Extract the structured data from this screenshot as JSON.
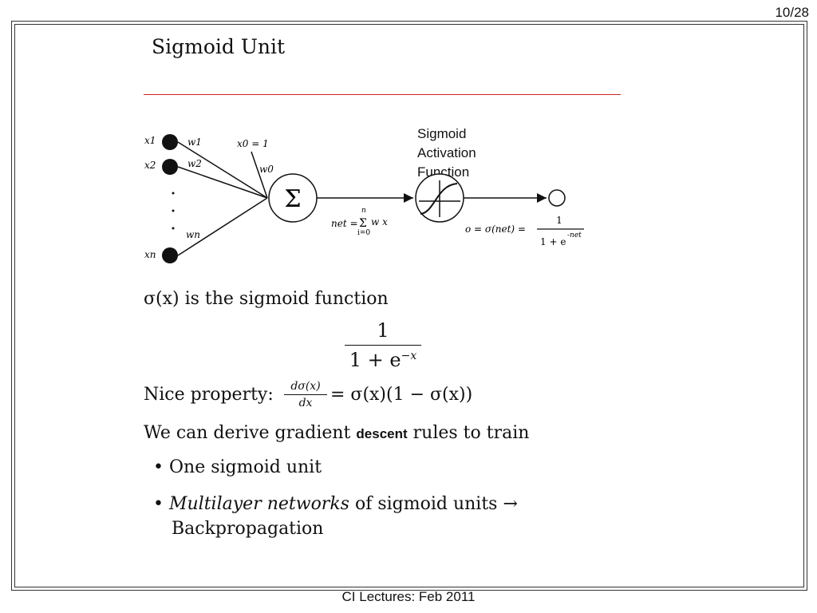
{
  "page_number": "10/28",
  "slide": {
    "title": "Sigmoid Unit",
    "activation_label": [
      "Sigmoid",
      "Activation",
      "Function"
    ],
    "diagram": {
      "inputs": [
        "x1",
        "x2",
        "xn"
      ],
      "weights": [
        "w1",
        "w2",
        "wn"
      ],
      "bias_input": "x0 = 1",
      "bias_weight": "w0",
      "sum_symbol": "Σ",
      "net_label": "net =",
      "sum_expr": "w x",
      "sum_upper": "n",
      "sum_lower": "i=0",
      "output_label": "o = σ(net) =",
      "output_num": "1",
      "output_den": "1 + e",
      "output_den_exp": "-net"
    },
    "line1": "σ(x) is the sigmoid function",
    "formula_num": "1",
    "formula_den": "1 + e",
    "formula_den_exp": "−x",
    "nice_prefix": "Nice property:",
    "nice_frac_num": "dσ(x)",
    "nice_frac_den": "dx",
    "nice_rhs": "= σ(x)(1 − σ(x))",
    "derive_prefix": "We can derive gradient",
    "derive_word": "descent",
    "derive_suffix": "rules to train",
    "bullets": [
      {
        "em": "",
        "text": "One sigmoid unit"
      },
      {
        "em": "Multilayer networks",
        "text": " of sigmoid units →"
      }
    ],
    "bullet2_cont": "Backpropagation"
  },
  "footer": "CI Lectures: Feb 2011"
}
